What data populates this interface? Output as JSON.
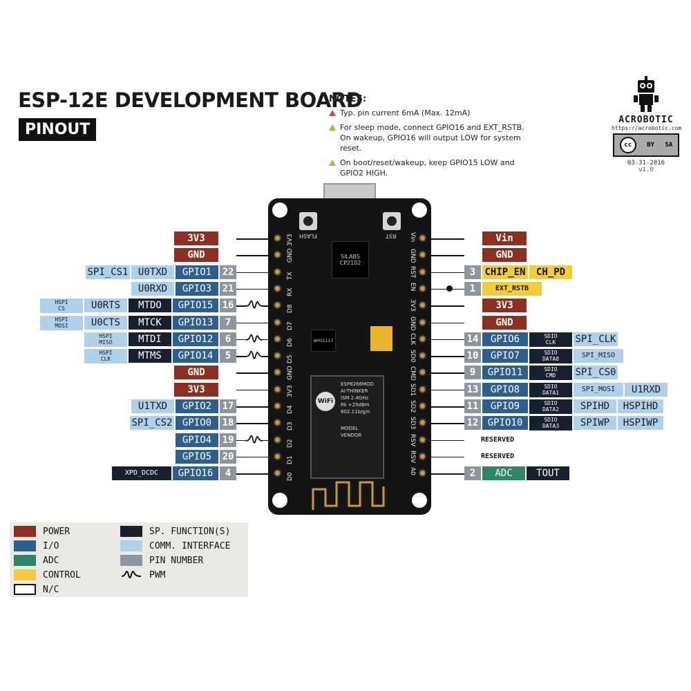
{
  "title": "ESP-12E DEVELOPMENT BOARD",
  "subtitle": "PINOUT",
  "notes": {
    "heading": "NOTES:",
    "items": [
      "Typ. pin current 6mA (Max. 12mA)",
      "For sleep mode, connect GPIO16 and EXT_RSTB. On wakeup, GPIO16 will output LOW for system reset.",
      "On boot/reset/wakeup, keep GPIO15 LOW and GPIO2 HIGH."
    ]
  },
  "brand": {
    "name": "ACROBOTIC",
    "url": "https://acrobotic.com",
    "license": [
      "BY",
      "SA"
    ],
    "date": "03-31-2016",
    "version": "v1.0"
  },
  "board": {
    "buttons": [
      "FLASH",
      "RST"
    ],
    "usb_chip": [
      "SILABS",
      "CP2102"
    ],
    "regulator": "AMS1117",
    "module_text": [
      "ESP8266MOD",
      "AI-THINKER",
      "ISM 2.4GHz",
      "PA +25dBm",
      "802.11b/g/n"
    ],
    "module_side": [
      "MODEL",
      "VENDOR"
    ],
    "left_pins": [
      "3V3",
      "GND",
      "TX",
      "RX",
      "D8",
      "D7",
      "D6",
      "D5",
      "GND",
      "3V3",
      "D4",
      "D3",
      "D2",
      "D1",
      "D0"
    ],
    "right_pins": [
      "Vin",
      "GND",
      "RST",
      "EN",
      "3V3",
      "GND",
      "CLK",
      "SD0",
      "CMD",
      "SD1",
      "SD2",
      "SD3",
      "RSV",
      "RSV",
      "A0"
    ]
  },
  "left_rows": [
    {
      "labels": [
        {
          "t": "3V3",
          "c": "power"
        }
      ]
    },
    {
      "labels": [
        {
          "t": "GND",
          "c": "power"
        }
      ]
    },
    {
      "pin": "22",
      "labels": [
        {
          "t": "GPIO1",
          "c": "io"
        },
        {
          "t": "U0TXD",
          "c": "comm"
        },
        {
          "t": "SPI_CS1",
          "c": "comm"
        }
      ]
    },
    {
      "pin": "21",
      "labels": [
        {
          "t": "GPIO3",
          "c": "io"
        },
        {
          "t": "U0RXD",
          "c": "comm"
        }
      ]
    },
    {
      "pin": "16",
      "pwm": true,
      "labels": [
        {
          "t": "GPIO15",
          "c": "io"
        },
        {
          "t": "MTDO",
          "c": "spf"
        },
        {
          "t": "U0RTS",
          "c": "comm"
        },
        {
          "t": "HSPI",
          "t2": "CS",
          "c": "comm"
        }
      ]
    },
    {
      "pin": "7",
      "labels": [
        {
          "t": "GPIO13",
          "c": "io"
        },
        {
          "t": "MTCK",
          "c": "spf"
        },
        {
          "t": "U0CTS",
          "c": "comm"
        },
        {
          "t": "HSPI",
          "t2": "MOSI",
          "c": "comm"
        }
      ]
    },
    {
      "pin": "6",
      "pwm": true,
      "labels": [
        {
          "t": "GPIO12",
          "c": "io"
        },
        {
          "t": "MTDI",
          "c": "spf"
        },
        {
          "t": "HSPI",
          "t2": "MISO",
          "c": "comm"
        }
      ]
    },
    {
      "pin": "5",
      "pwm": true,
      "labels": [
        {
          "t": "GPIO14",
          "c": "io"
        },
        {
          "t": "MTMS",
          "c": "spf"
        },
        {
          "t": "HSPI",
          "t2": "CLK",
          "c": "comm"
        }
      ]
    },
    {
      "labels": [
        {
          "t": "GND",
          "c": "power"
        }
      ]
    },
    {
      "labels": [
        {
          "t": "3V3",
          "c": "power"
        }
      ]
    },
    {
      "pin": "17",
      "labels": [
        {
          "t": "GPIO2",
          "c": "io"
        },
        {
          "t": "U1TXD",
          "c": "comm"
        }
      ]
    },
    {
      "pin": "18",
      "labels": [
        {
          "t": "GPIO0",
          "c": "io"
        },
        {
          "t": "SPI_CS2",
          "c": "comm"
        }
      ]
    },
    {
      "pin": "19",
      "pwm": true,
      "labels": [
        {
          "t": "GPIO4",
          "c": "io"
        }
      ]
    },
    {
      "pin": "20",
      "labels": [
        {
          "t": "GPIO5",
          "c": "io"
        }
      ]
    },
    {
      "pin": "4",
      "labels": [
        {
          "t": "GPIO16",
          "c": "io"
        },
        {
          "t": "XPD_DCDC",
          "c": "spf"
        }
      ]
    }
  ],
  "right_rows": [
    {
      "labels": [
        {
          "t": "Vin",
          "c": "power"
        }
      ]
    },
    {
      "labels": [
        {
          "t": "GND",
          "c": "power"
        }
      ]
    },
    {
      "pin": "3",
      "labels": [
        {
          "t": "CHIP_EN",
          "c": "ctrl"
        },
        {
          "t": "CH_PD",
          "c": "ctrl"
        }
      ]
    },
    {
      "pin": "1",
      "dot": true,
      "labels": [
        {
          "t": "EXT_RSTB",
          "c": "ctrl"
        }
      ]
    },
    {
      "labels": [
        {
          "t": "3V3",
          "c": "power"
        }
      ]
    },
    {
      "labels": [
        {
          "t": "GND",
          "c": "power"
        }
      ]
    },
    {
      "pin": "14",
      "labels": [
        {
          "t": "GPIO6",
          "c": "io"
        },
        {
          "t": "SDIO",
          "t2": "CLK",
          "c": "spf"
        },
        {
          "t": "SPI_CLK",
          "c": "comm"
        }
      ]
    },
    {
      "pin": "10",
      "labels": [
        {
          "t": "GPIO7",
          "c": "io"
        },
        {
          "t": "SDIO",
          "t2": "DATA0",
          "c": "spf"
        },
        {
          "t": "SPI_MISO",
          "c": "comm"
        }
      ]
    },
    {
      "pin": "9",
      "labels": [
        {
          "t": "GPIO11",
          "c": "io"
        },
        {
          "t": "SDIO",
          "t2": "CMD",
          "c": "spf"
        },
        {
          "t": "SPI_CS0",
          "c": "comm"
        }
      ]
    },
    {
      "pin": "13",
      "labels": [
        {
          "t": "GPIO8",
          "c": "io"
        },
        {
          "t": "SDIO",
          "t2": "DATA1",
          "c": "spf"
        },
        {
          "t": "SPI_MOSI",
          "c": "comm"
        },
        {
          "t": "U1RXD",
          "c": "comm"
        }
      ]
    },
    {
      "pin": "11",
      "labels": [
        {
          "t": "GPIO9",
          "c": "io"
        },
        {
          "t": "SDIO",
          "t2": "DATA2",
          "c": "spf"
        },
        {
          "t": "SPIHD",
          "c": "comm"
        },
        {
          "t": "HSPIHD",
          "c": "comm"
        }
      ]
    },
    {
      "pin": "12",
      "labels": [
        {
          "t": "GPIO10",
          "c": "io"
        },
        {
          "t": "SDIO",
          "t2": "DATA3",
          "c": "spf"
        },
        {
          "t": "SPIWP",
          "c": "comm"
        },
        {
          "t": "HSPIWP",
          "c": "comm"
        }
      ]
    },
    {
      "labels": [
        {
          "t": "RESERVED",
          "c": "nc"
        }
      ]
    },
    {
      "labels": [
        {
          "t": "RESERVED",
          "c": "nc"
        }
      ]
    },
    {
      "pin": "2",
      "labels": [
        {
          "t": "ADC",
          "c": "adc"
        },
        {
          "t": "TOUT",
          "c": "spf"
        }
      ]
    }
  ],
  "legend": [
    {
      "label": "POWER",
      "color": "#8c2e20"
    },
    {
      "label": "I/O",
      "color": "#2d5f8e"
    },
    {
      "label": "ADC",
      "color": "#2f8565"
    },
    {
      "label": "CONTROL",
      "color": "#f1cd3d"
    },
    {
      "label": "N/C",
      "color": "#ffffff"
    },
    {
      "label": "SP. FUNCTION(S)",
      "color": "#16202e"
    },
    {
      "label": "COMM. INTERFACE",
      "color": "#aed1ec"
    },
    {
      "label": "PIN NUMBER",
      "color": "#8d959e"
    },
    {
      "label": "PWM",
      "icon": "pwm-icon"
    }
  ]
}
